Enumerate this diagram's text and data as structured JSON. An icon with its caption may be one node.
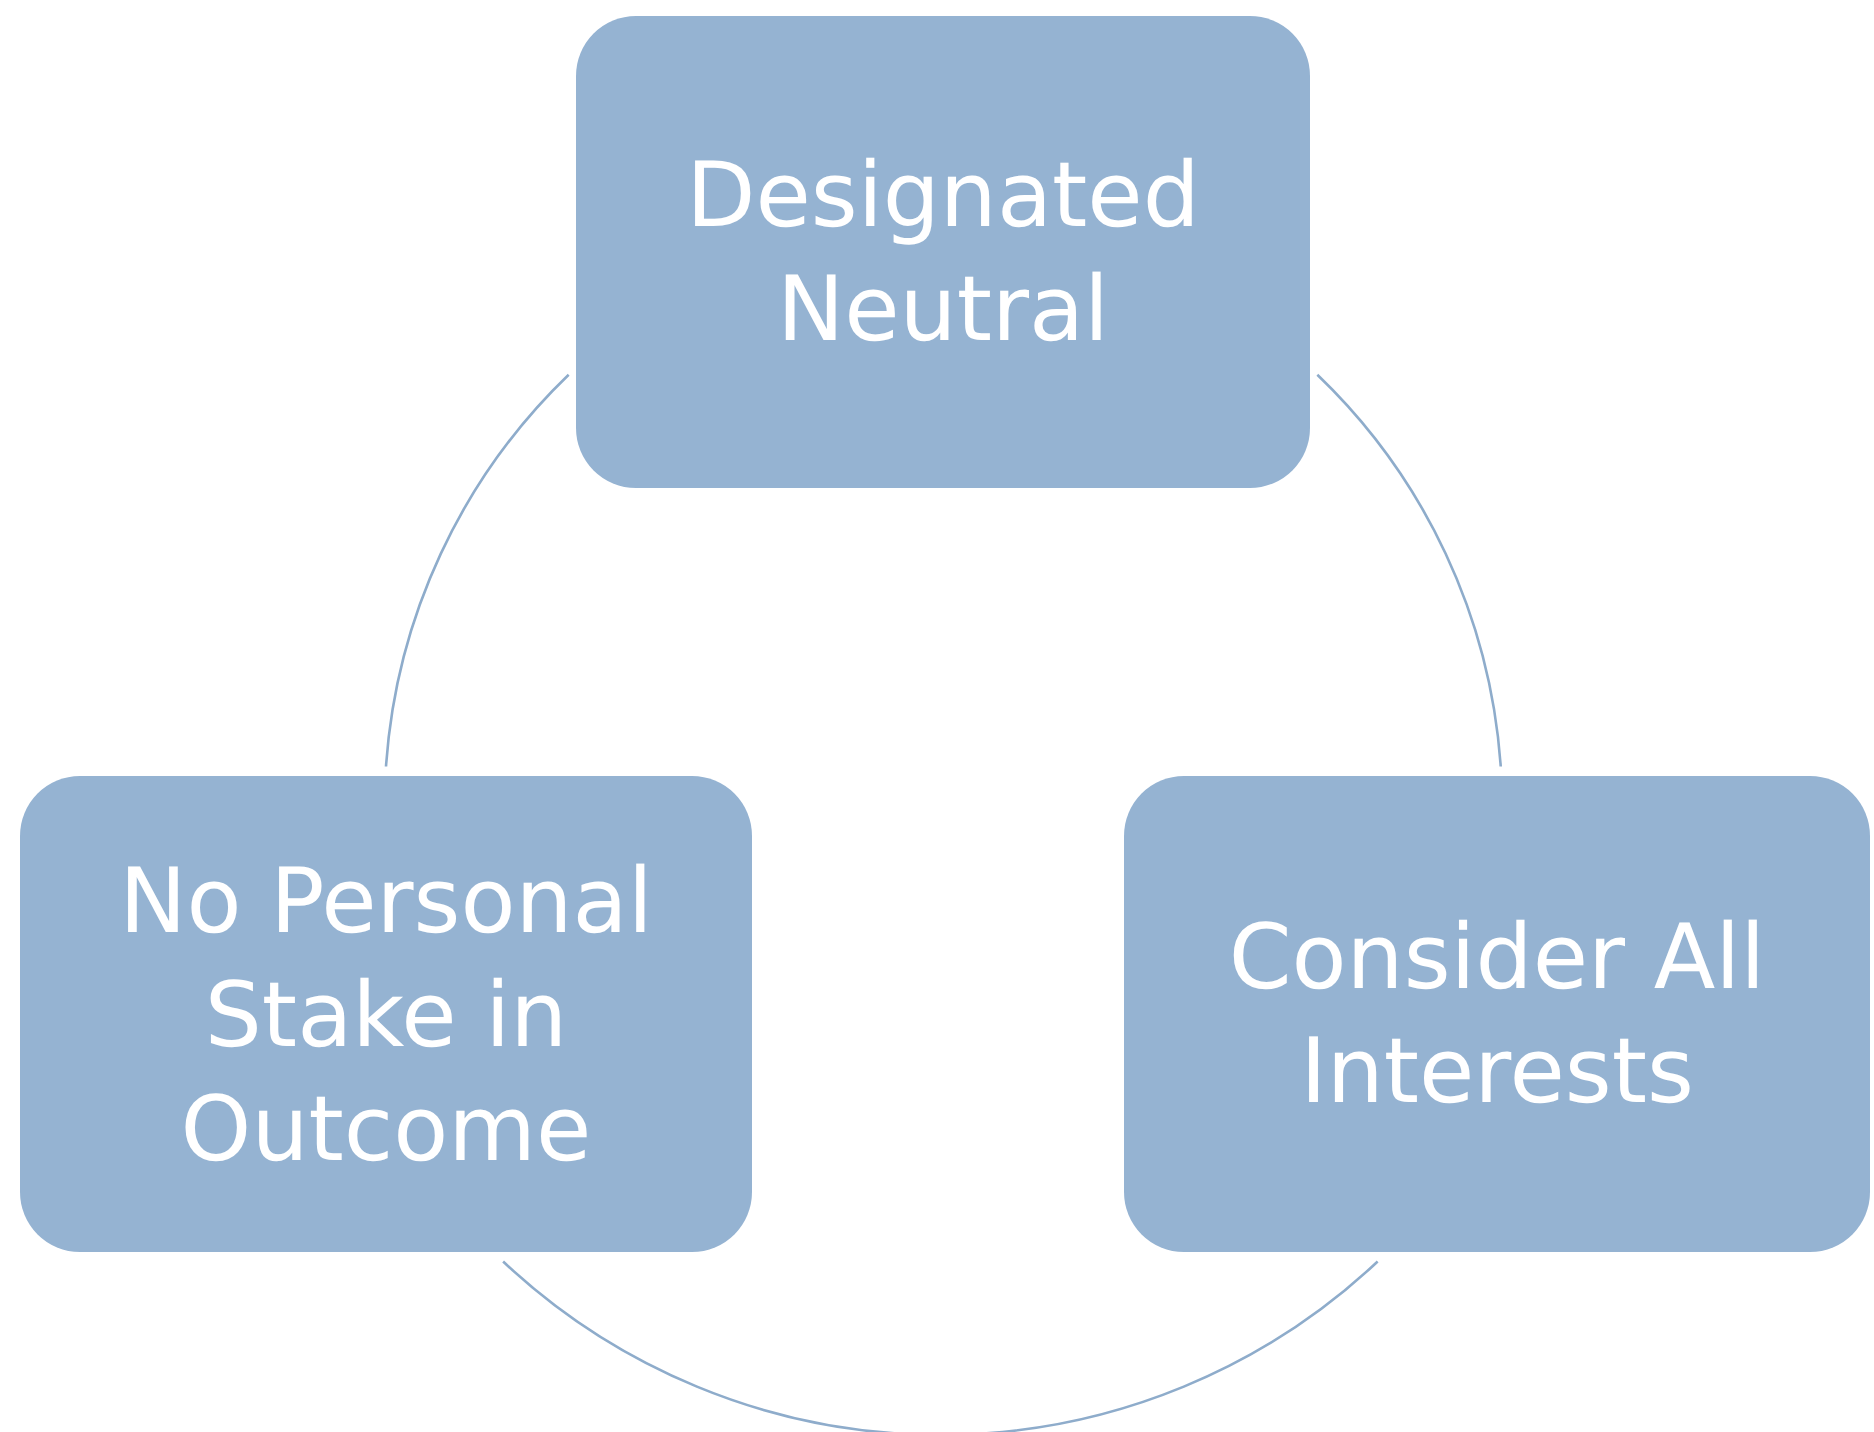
{
  "diagram": {
    "nodes": [
      {
        "text": [
          "Designated Neutral"
        ]
      },
      {
        "text": [
          "No Personal Stake in Outcome"
        ]
      },
      {
        "text": [
          "Consider All Interests"
        ]
      }
    ],
    "edges": [
      {
        "from": 0,
        "to": 2,
        "arrow": "none"
      },
      {
        "from": 2,
        "to": 1,
        "arrow": "none"
      },
      {
        "from": 1,
        "to": 0,
        "arrow": "none"
      }
    ]
  }
}
